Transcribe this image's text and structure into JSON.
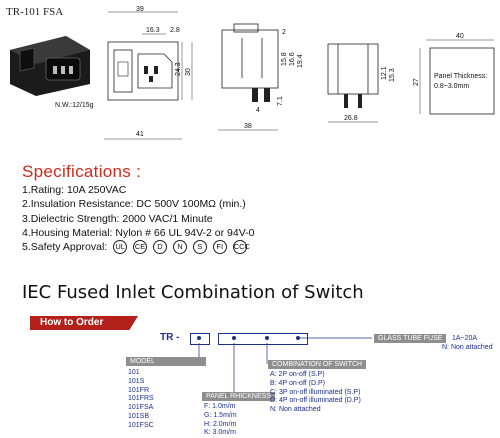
{
  "product_code": "TR-101 FSA",
  "net_weight": "N.W.:12/15g",
  "drawings": {
    "front": {
      "dims": [
        "39",
        "16.3",
        "2.8",
        "24.3",
        "30",
        "41"
      ],
      "top_labels": [
        "2",
        "15.8",
        "16.6",
        "19.4",
        "7.1",
        "4",
        "38"
      ]
    },
    "side": {
      "dims": [
        "12.1",
        "15.3",
        "26.8"
      ]
    },
    "panel": {
      "dims": [
        "40",
        "27"
      ],
      "note_title": "Panel Thickness:",
      "note_value": "0.8~3.0mm"
    }
  },
  "specifications": {
    "heading": "Specifications :",
    "items": [
      "1.Rating: 10A 250VAC",
      "2.Insulation Resistance: DC 500V 100MΩ  (min.)",
      "3.Dielectric Strength: 2000 VAC/1 Minute",
      "4.Housing Material: Nylon # 66 UL 94V-2 or 94V-0",
      "5.Safety Approval:"
    ],
    "approvals": [
      "UL",
      "CE",
      "D",
      "N",
      "S",
      "FI",
      "CCC"
    ]
  },
  "main_heading": "IEC Fused Inlet Combination of Switch",
  "order": {
    "button_label": "How to Order",
    "prefix": "TR -",
    "glass_fuse": {
      "tag": "GLASS TUBE FUSE",
      "value": "1A~20A",
      "note": "N: Non attached"
    },
    "model": {
      "tag": "MODEL",
      "items": [
        "101",
        "101S",
        "101FR",
        "101FRS",
        "101FSA",
        "101SB",
        "101FSC"
      ]
    },
    "panel": {
      "tag": "PANEL RHICKNESS",
      "items": [
        "F: 1.0m/m",
        "G: 1.5m/m",
        "H: 2.0m/m",
        "K: 3.0m/m"
      ]
    },
    "switch": {
      "tag": "COMBINATION OF SWITCH",
      "items": [
        "A: 2P on-off (S.P)",
        "B: 4P on-off (D.P)",
        "C: 3P on-off illuminated (S.P)",
        "D: 4P on-off illuminated (D.P)",
        "N: Non attached"
      ]
    }
  },
  "colors": {
    "accent_red": "#d32a1a",
    "order_blue": "#1a2f8f",
    "tag_gray": "#8e8e8e"
  }
}
